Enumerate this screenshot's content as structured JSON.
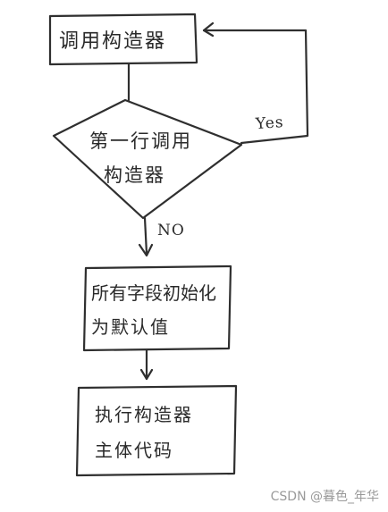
{
  "flowchart": {
    "start_box": "调用构造器",
    "decision": {
      "line1": "第一行调用",
      "line2": "构造器"
    },
    "yes_label": "Yes",
    "no_label": "NO",
    "process_box": {
      "line1": "所有字段初始化",
      "line2": "为默认值"
    },
    "end_box": {
      "line1": "执行构造器",
      "line2": "主体代码"
    }
  },
  "watermark": "CSDN @暮色_年华"
}
